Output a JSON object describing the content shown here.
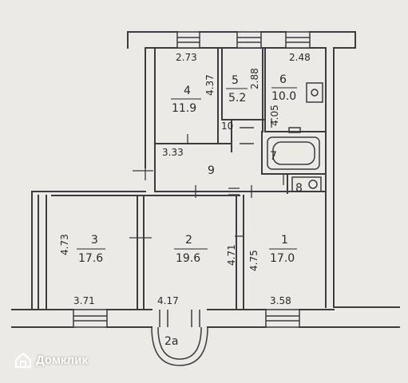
{
  "brand": {
    "watermark": "Домклик",
    "icon": "house-logo-icon"
  },
  "rooms": [
    {
      "id": "4",
      "area": "11.9",
      "dims": [
        "2.73",
        "4.37"
      ]
    },
    {
      "id": "5",
      "area": "5.2",
      "dims": [
        "2.88"
      ]
    },
    {
      "id": "6",
      "area": "10.0",
      "dims": [
        "2.48",
        "4.05"
      ]
    },
    {
      "id": "7"
    },
    {
      "id": "8"
    },
    {
      "id": "9",
      "dims": [
        "3.33"
      ]
    },
    {
      "id": "10"
    },
    {
      "id": "3",
      "area": "17.6",
      "dims": [
        "4.73",
        "3.71"
      ]
    },
    {
      "id": "2",
      "area": "19.6",
      "dims": [
        "4.17"
      ]
    },
    {
      "id": "1",
      "area": "17.0",
      "dims": [
        "4.71",
        "4.75",
        "3.58"
      ]
    },
    {
      "id": "2a"
    }
  ]
}
